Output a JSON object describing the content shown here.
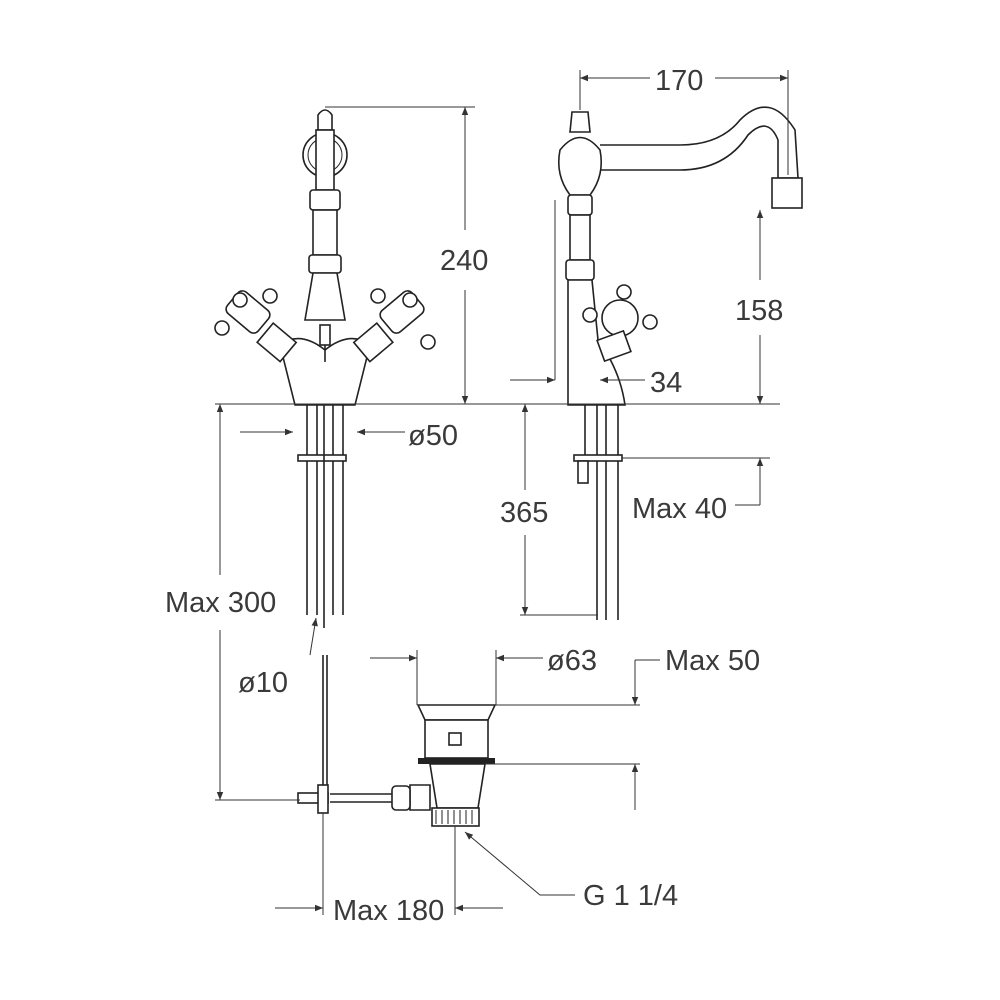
{
  "title": "Basin mixer technical drawing",
  "dimensions": {
    "spout_reach": "170",
    "total_height": "240",
    "spout_height": "158",
    "base_offset": "34",
    "base_diameter": "ø50",
    "hose_length": "365",
    "max_deck_thickness_tap": "Max 40",
    "max_rod_length": "Max 300",
    "rod_diameter": "ø10",
    "waste_diameter": "ø63",
    "max_deck_thickness_waste": "Max 50",
    "max_rod_reach": "Max 180",
    "waste_thread": "G 1 1/4"
  }
}
